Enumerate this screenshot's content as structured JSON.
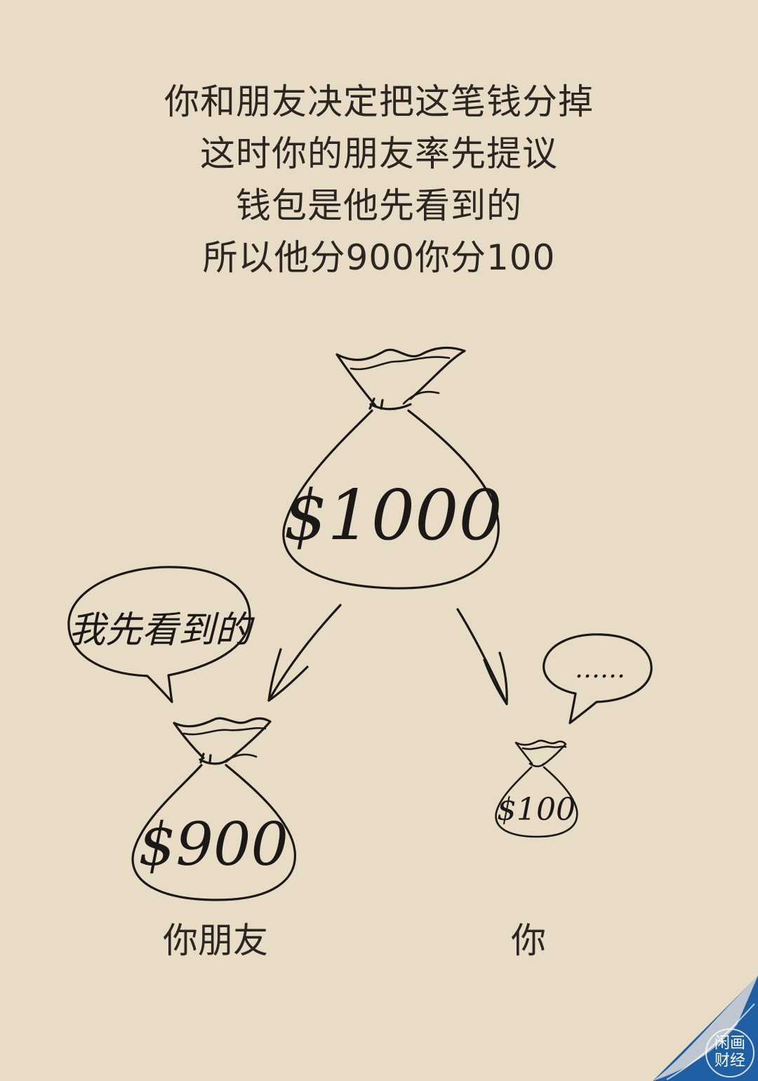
{
  "caption": {
    "line1": "你和朋友决定把这笔钱分掉",
    "line2": "这时你的朋友率先提议",
    "line3": "钱包是他先看到的",
    "line4": "所以他分900你分100"
  },
  "bags": {
    "total": "$1000",
    "friend": "$900",
    "you": "$100"
  },
  "bubbles": {
    "friend": "我先看到的",
    "you": "……"
  },
  "labels": {
    "friend": "你朋友",
    "you": "你"
  },
  "logo": {
    "line1": "闲画",
    "line2": "财经"
  },
  "colors": {
    "background": "#e8dcc6",
    "ink": "#1b1917",
    "logo_blue": "#1f5fa3"
  }
}
